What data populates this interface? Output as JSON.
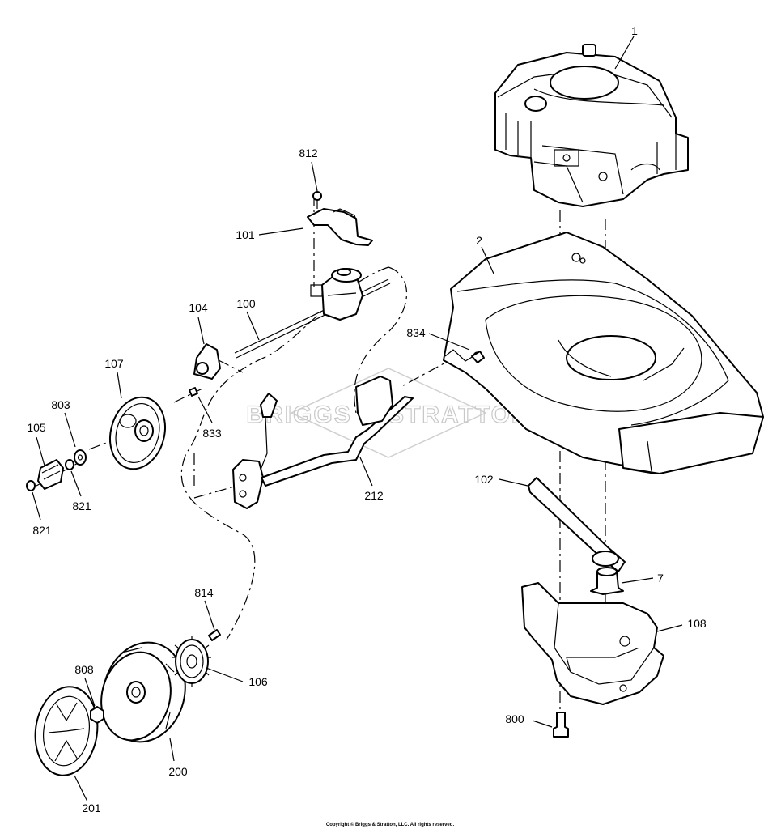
{
  "watermark": "BRIGGS & STRATTON",
  "copyright": "Copyright © Briggs & Stratton, LLC. All rights reserved.",
  "callouts": {
    "c1": "1",
    "c2": "2",
    "c7": "7",
    "c100": "100",
    "c101": "101",
    "c102": "102",
    "c104": "104",
    "c105": "105",
    "c106": "106",
    "c107": "107",
    "c108": "108",
    "c200": "200",
    "c201": "201",
    "c212": "212",
    "c800": "800",
    "c803": "803",
    "c808": "808",
    "c812": "812",
    "c814": "814",
    "c821a": "821",
    "c821b": "821",
    "c833": "833",
    "c834": "834"
  },
  "icons": [
    "engine-icon",
    "deck-icon",
    "wheel-icon",
    "gear-icon",
    "blade-icon"
  ]
}
